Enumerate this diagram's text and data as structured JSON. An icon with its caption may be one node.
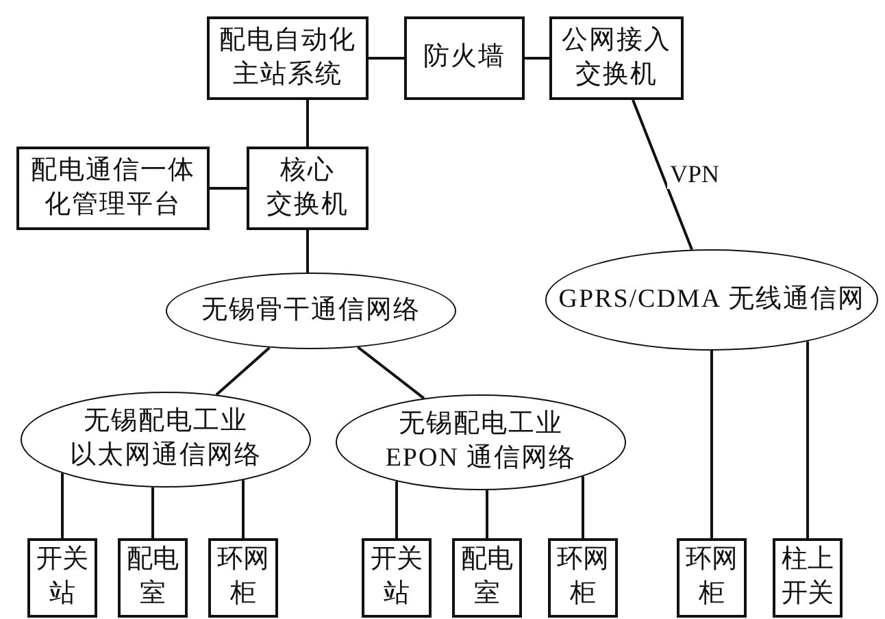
{
  "diagram": {
    "nodes": [
      {
        "text": [
          "配电自动化主站系统"
        ]
      },
      {
        "text": [
          "防火墙"
        ]
      },
      {
        "text": [
          "公网接入交换机"
        ]
      },
      {
        "text": [
          "配电通信一体化管理平台"
        ]
      },
      {
        "text": [
          "核心交换机"
        ]
      },
      {
        "text": [
          "无锡骨干通信网络"
        ]
      },
      {
        "text": [
          "GPRS/CDMA 无线通信网"
        ]
      },
      {
        "text": [
          "无锡配电工业以太网通信网络"
        ]
      },
      {
        "text": [
          "无锡配电工业EPON 通信网络"
        ]
      },
      {
        "text": [
          "开关站"
        ]
      },
      {
        "text": [
          "配电室"
        ]
      },
      {
        "text": [
          "环网柜"
        ]
      },
      {
        "text": [
          "开关站"
        ]
      },
      {
        "text": [
          "配电室"
        ]
      },
      {
        "text": [
          "环网柜"
        ]
      },
      {
        "text": [
          "环网柜"
        ]
      },
      {
        "text": [
          "柱上开关"
        ]
      }
    ],
    "edges": [
      {
        "from": 0,
        "to": 1,
        "arrow": "none"
      },
      {
        "from": 1,
        "to": 2,
        "arrow": "none"
      },
      {
        "from": 0,
        "to": 4,
        "arrow": "none"
      },
      {
        "from": 3,
        "to": 4,
        "arrow": "none"
      },
      {
        "from": 4,
        "to": 5,
        "arrow": "none"
      },
      {
        "from": 2,
        "to": 6,
        "arrow": "none",
        "label": "VPN"
      },
      {
        "from": 5,
        "to": 7,
        "arrow": "none"
      },
      {
        "from": 5,
        "to": 8,
        "arrow": "none"
      },
      {
        "from": 7,
        "to": 9,
        "arrow": "none"
      },
      {
        "from": 7,
        "to": 10,
        "arrow": "none"
      },
      {
        "from": 7,
        "to": 11,
        "arrow": "none"
      },
      {
        "from": 8,
        "to": 12,
        "arrow": "none"
      },
      {
        "from": 8,
        "to": 13,
        "arrow": "none"
      },
      {
        "from": 8,
        "to": 14,
        "arrow": "none"
      },
      {
        "from": 6,
        "to": 15,
        "arrow": "none"
      },
      {
        "from": 6,
        "to": 16,
        "arrow": "none"
      }
    ]
  }
}
